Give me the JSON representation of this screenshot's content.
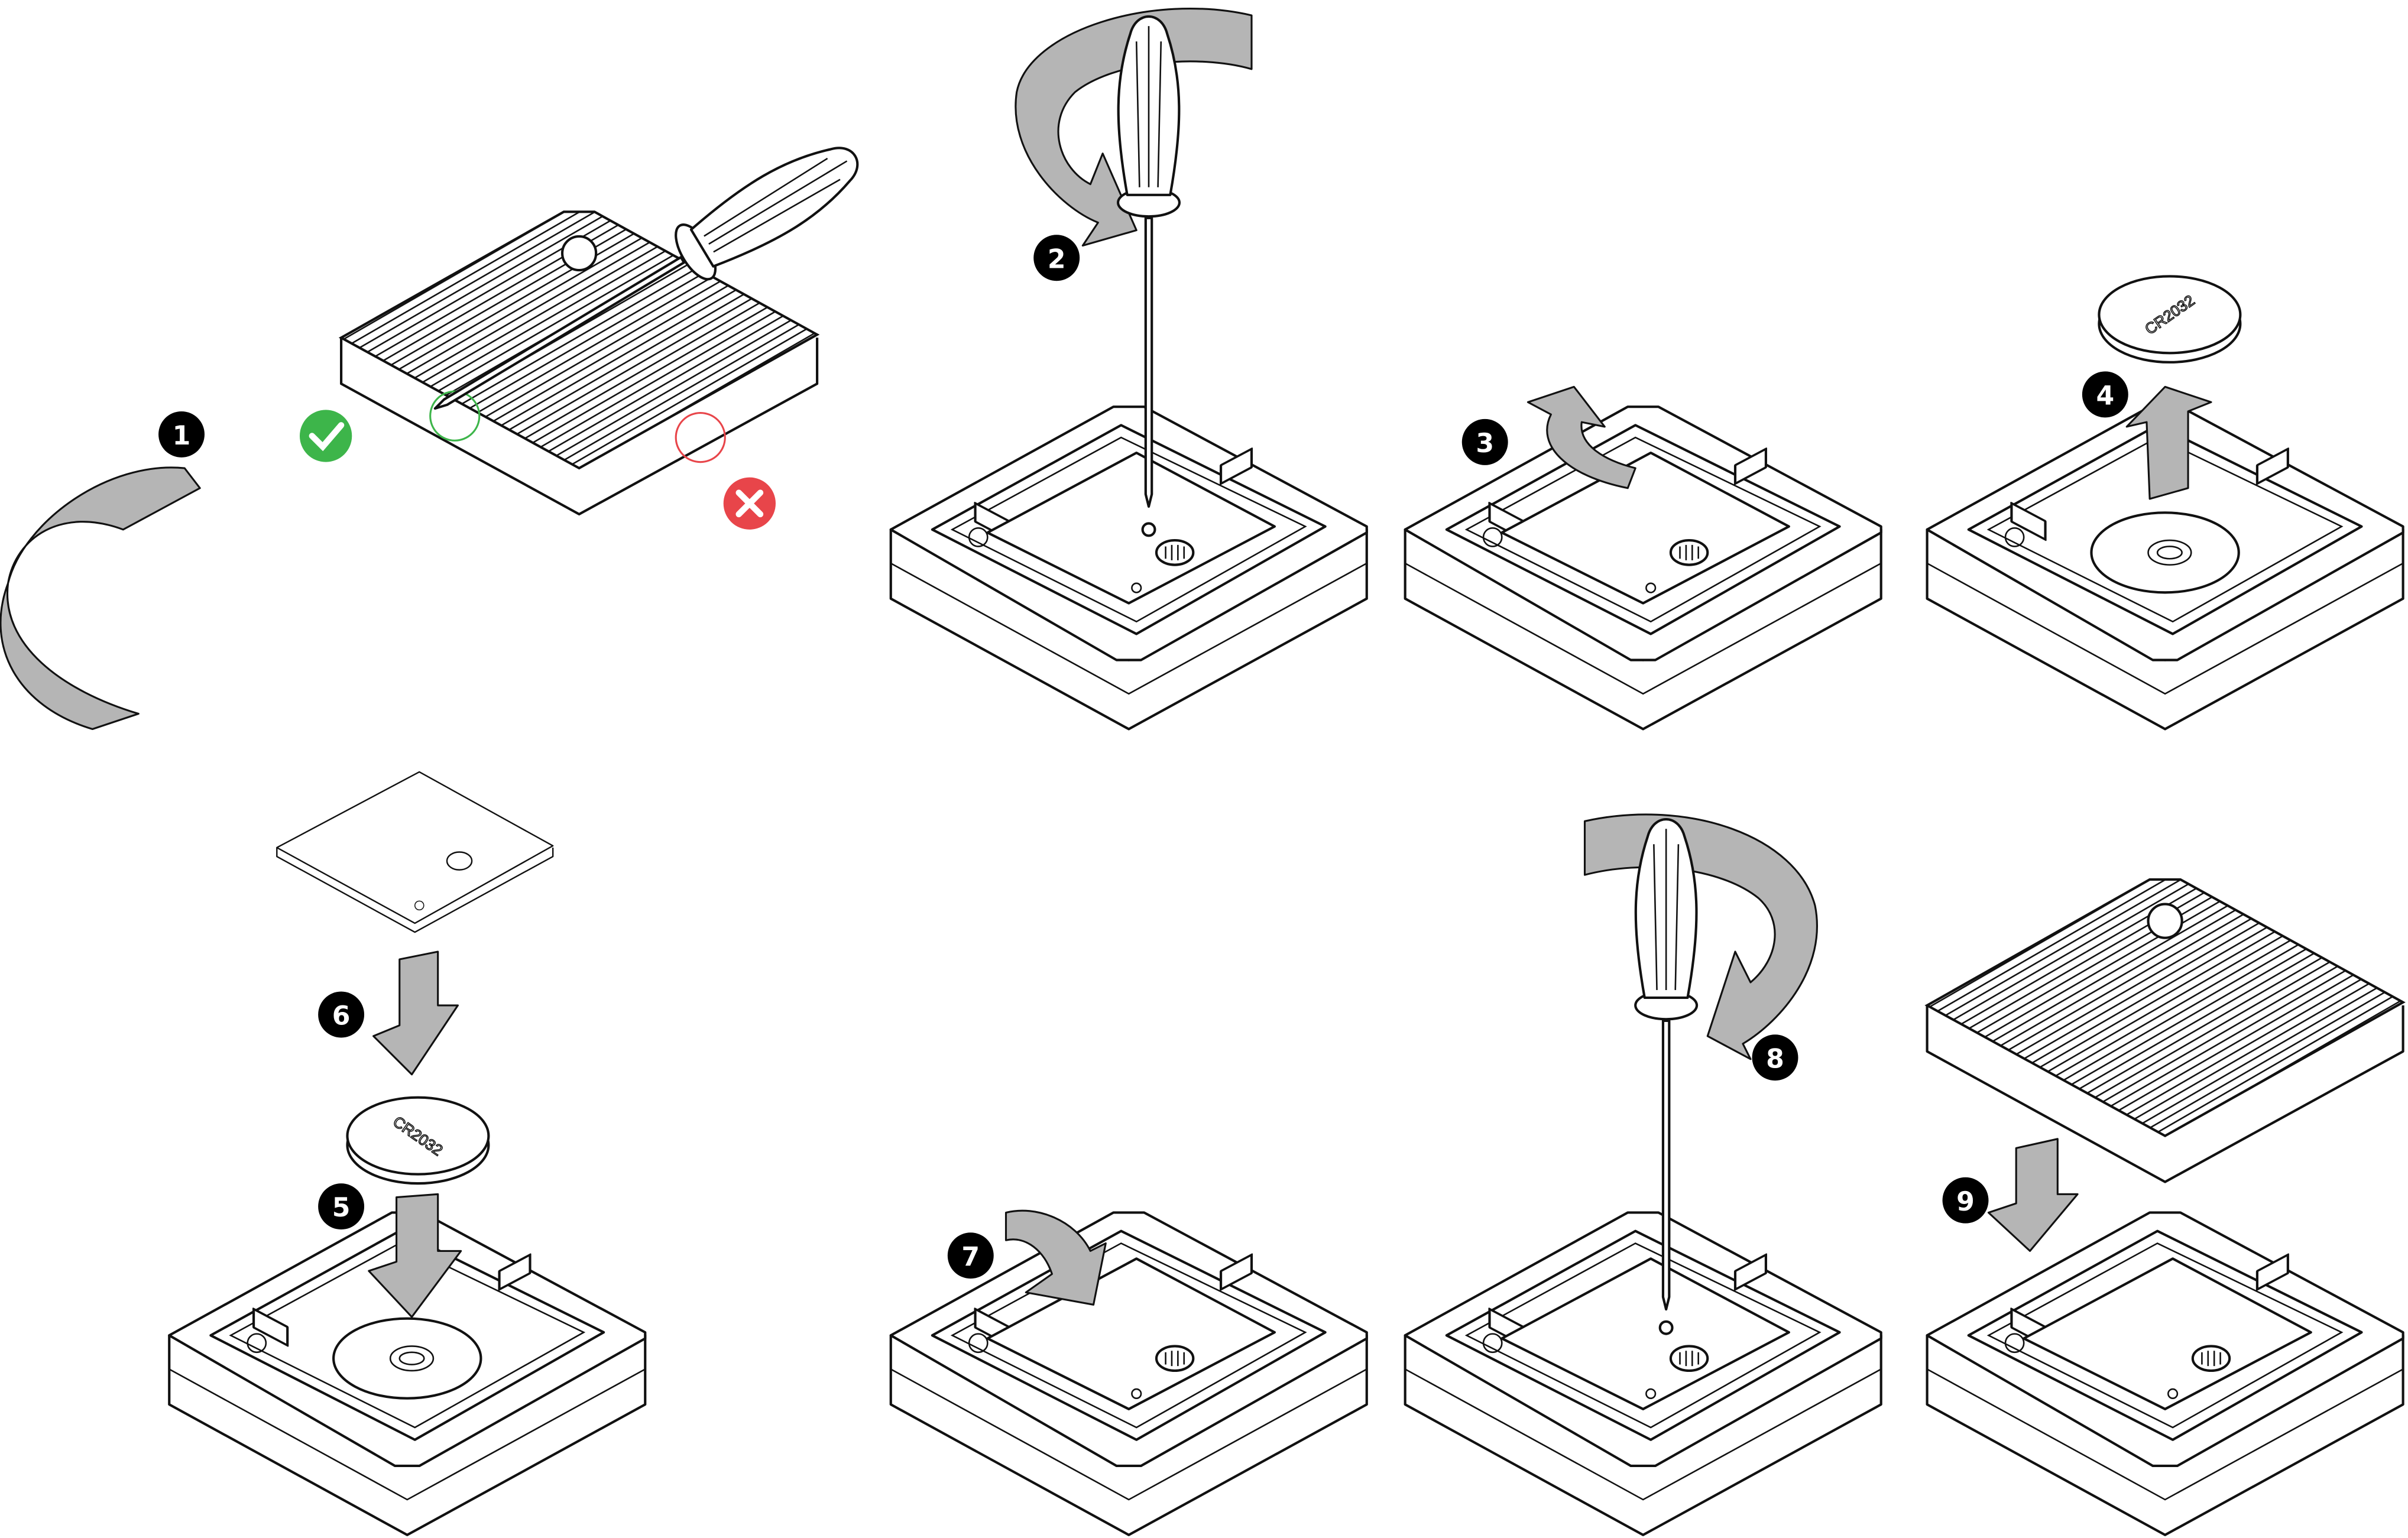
{
  "steps": [
    {
      "number": "1"
    },
    {
      "number": "2"
    },
    {
      "number": "3"
    },
    {
      "number": "4"
    },
    {
      "number": "5"
    },
    {
      "number": "6"
    },
    {
      "number": "7"
    },
    {
      "number": "8"
    },
    {
      "number": "9"
    }
  ],
  "battery": {
    "label": "CR2032"
  },
  "indicators": {
    "correct_icon": "check-icon",
    "wrong_icon": "cross-icon",
    "correct_color": "#3db54a",
    "wrong_color": "#e8454a"
  },
  "colors": {
    "arrow": "#b5b5b5",
    "line": "#111111",
    "step_badge": "#000000"
  }
}
